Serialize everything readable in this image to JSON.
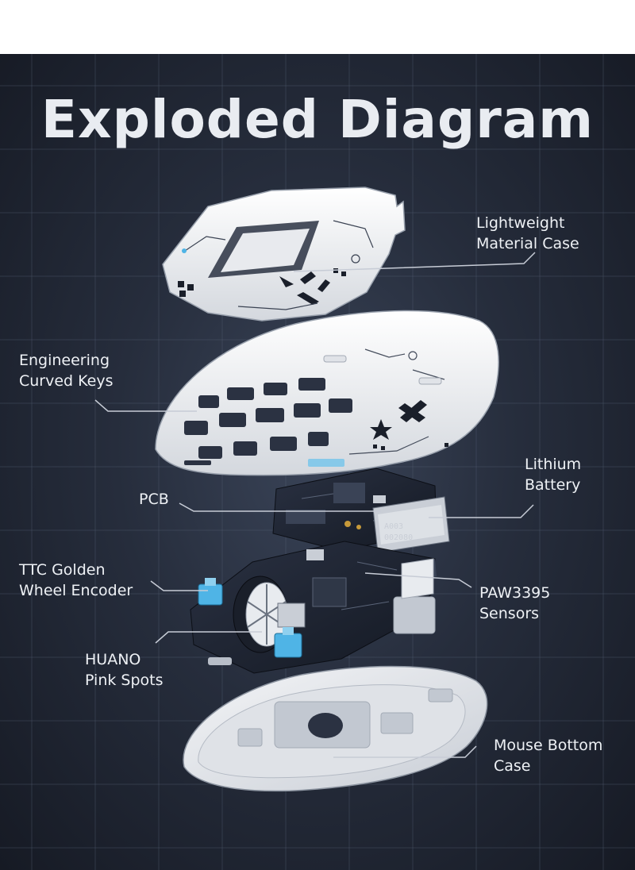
{
  "title": "Exploded Diagram",
  "labels": {
    "lightweight_case": [
      "Lightweight",
      "Material Case"
    ],
    "engineering_keys": [
      "Engineering",
      "Curved Keys"
    ],
    "lithium_battery": [
      "Lithium",
      "Battery"
    ],
    "pcb": [
      "PCB"
    ],
    "ttc_encoder": [
      "TTC Golden",
      "Wheel Encoder"
    ],
    "paw_sensor": [
      "PAW3395",
      "Sensors"
    ],
    "huano_switches": [
      "HUANO",
      "Pink Spots"
    ],
    "bottom_case": [
      "Mouse Bottom",
      "Case"
    ]
  },
  "pcb_markings": [
    "A003",
    "002080"
  ],
  "colors": {
    "background": "#262d3c",
    "label_text": "#eef1f5",
    "leader_line": "#c7ccd6",
    "shell": "#f2f3f5",
    "pcb": "#1c2230",
    "switch_blue": "#4fb4e6"
  }
}
